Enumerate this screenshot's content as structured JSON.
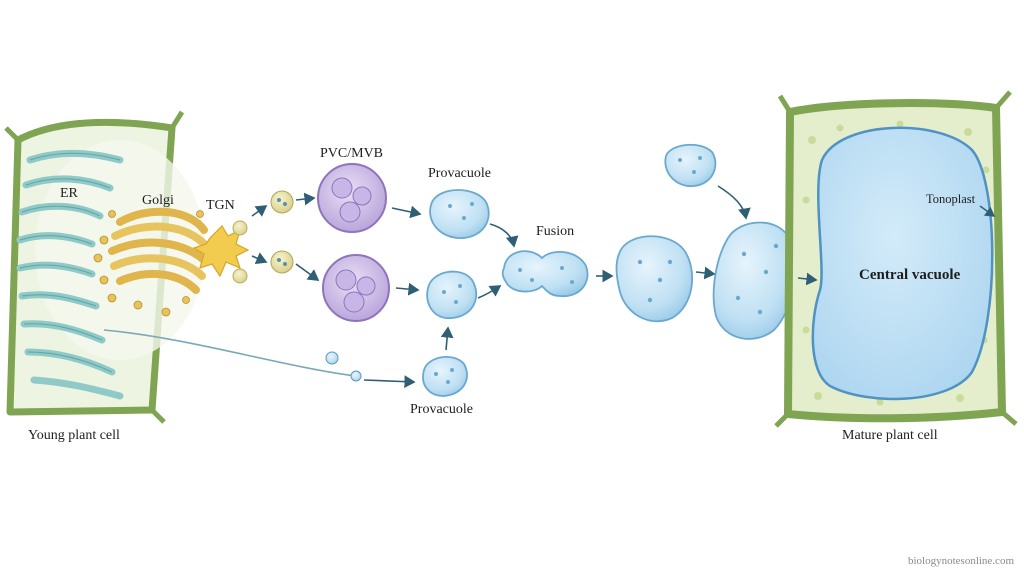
{
  "labels": {
    "er": "ER",
    "golgi": "Golgi",
    "tgn": "TGN",
    "pvc_mvb": "PVC/MVB",
    "provacuole_top": "Provacuole",
    "fusion": "Fusion",
    "provacuole_bottom": "Provacuole",
    "tonoplast": "Tonoplast",
    "central_vacuole": "Central vacuole",
    "young_cell": "Young plant cell",
    "mature_cell": "Mature plant cell"
  },
  "credit": "biologynotesonline.com",
  "colors": {
    "cell_wall": "#7fa552",
    "cytoplasm": "#eef4e2",
    "er": "#8fc9c8",
    "golgi": "#e0b54c",
    "mvb": "#b9a3dc",
    "vacuole": "#bfe0f3",
    "vacuole_outline": "#6aa9cf",
    "arrow": "#2f5f74"
  }
}
